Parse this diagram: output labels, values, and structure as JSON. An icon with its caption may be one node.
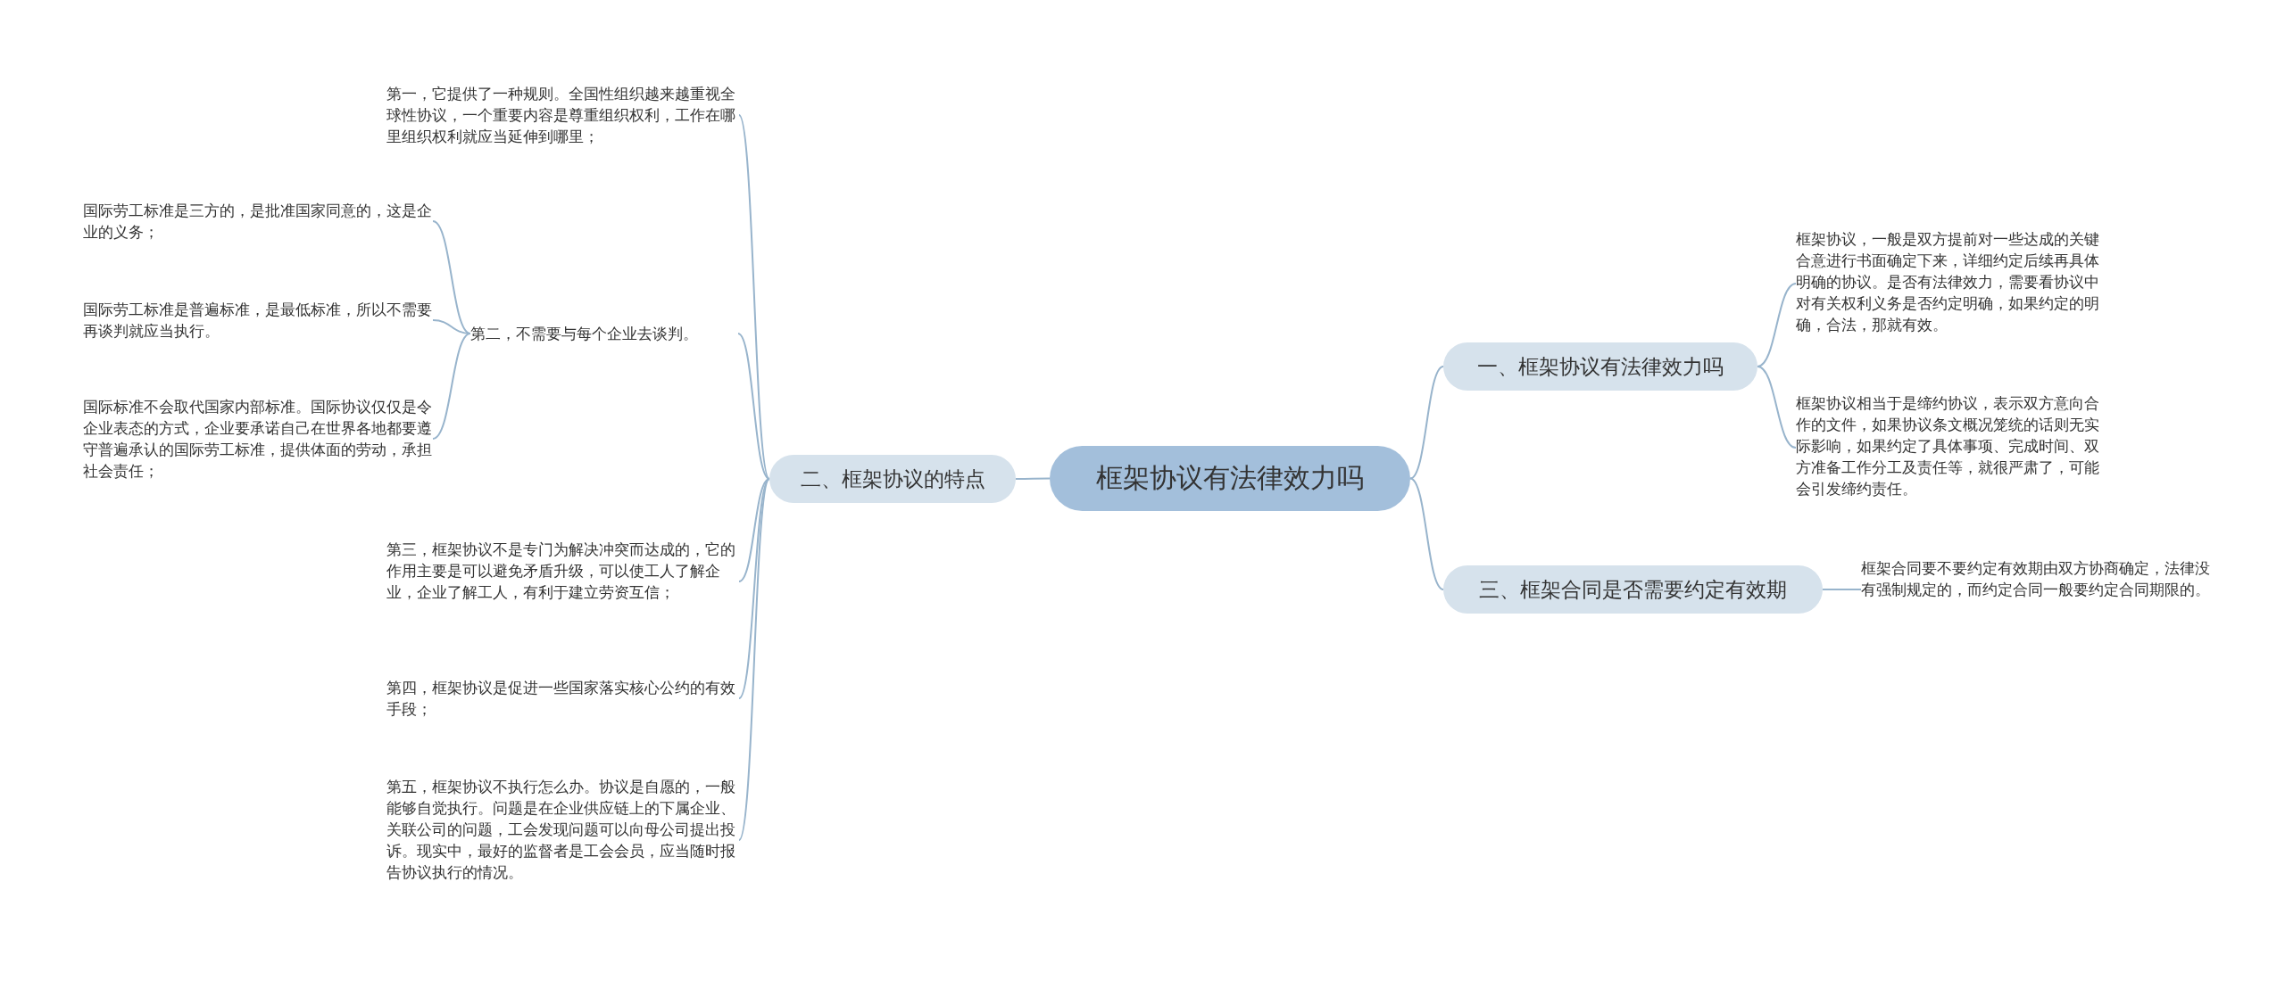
{
  "diagram": {
    "nodes": [
      {
        "text": [
          "框架协议有法律效力吗"
        ]
      },
      {
        "text": [
          "一、框架协议有法律效力吗"
        ]
      },
      {
        "text": [
          "框架协议，一般是双方提前对一些达成的关键合意进行书面确定下来，详细约定后续再具体明确的协议。是否有法律效力，需要看协议中对有关权利义务是否约定明确，如果约定的明确，合法，那就有效。"
        ]
      },
      {
        "text": [
          "框架协议相当于是缔约协议，表示双方意向合作的文件，如果协议条文概况笼统的话则无实际影响，如果约定了具体事项、完成时间、双方准备工作分工及责任等，就很严肃了，可能会引发缔约责任。"
        ]
      },
      {
        "text": [
          "三、框架合同是否需要约定有效期"
        ]
      },
      {
        "text": [
          "框架合同要不要约定有效期由双方协商确定，法律没有强制规定的，而约定合同一般要约定合同期限的。"
        ]
      },
      {
        "text": [
          "二、框架协议的特点"
        ]
      },
      {
        "text": [
          "第一，它提供了一种规则。全国性组织越来越重视全球性协议，一个重要内容是尊重组织权利，工作在哪里组织权利就应当延伸到哪里；"
        ]
      },
      {
        "text": [
          "第二，不需要与每个企业去谈判。"
        ]
      },
      {
        "text": [
          "国际劳工标准是三方的，是批准国家同意的，这是企业的义务；"
        ]
      },
      {
        "text": [
          "国际劳工标准是普遍标准，是最低标准，所以不需要再谈判就应当执行。"
        ]
      },
      {
        "text": [
          "国际标准不会取代国家内部标准。国际协议仅仅是令企业表态的方式，企业要承诺自己在世界各地都要遵守普遍承认的国际劳工标准，提供体面的劳动，承担社会责任；"
        ]
      },
      {
        "text": [
          "第三，框架协议不是专门为解决冲突而达成的，它的作用主要是可以避免矛盾升级，可以使工人了解企业，企业了解工人，有利于建立劳资互信；"
        ]
      },
      {
        "text": [
          "第四，框架协议是促进一些国家落实核心公约的有效手段；"
        ]
      },
      {
        "text": [
          "第五，框架协议不执行怎么办。协议是自愿的，一般能够自觉执行。问题是在企业供应链上的下属企业、关联公司的问题，工会发现问题可以向母公司提出投诉。现实中，最好的监督者是工会会员，应当随时报告协议执行的情况。"
        ]
      }
    ],
    "edges": [
      {
        "from": 0,
        "to": 1,
        "arrow": "none"
      },
      {
        "from": 1,
        "to": 2,
        "arrow": "none"
      },
      {
        "from": 1,
        "to": 3,
        "arrow": "none"
      },
      {
        "from": 0,
        "to": 4,
        "arrow": "none"
      },
      {
        "from": 4,
        "to": 5,
        "arrow": "none"
      },
      {
        "from": 0,
        "to": 6,
        "arrow": "none"
      },
      {
        "from": 6,
        "to": 7,
        "arrow": "none"
      },
      {
        "from": 6,
        "to": 8,
        "arrow": "none"
      },
      {
        "from": 8,
        "to": 9,
        "arrow": "none"
      },
      {
        "from": 8,
        "to": 10,
        "arrow": "none"
      },
      {
        "from": 8,
        "to": 11,
        "arrow": "none"
      },
      {
        "from": 6,
        "to": 12,
        "arrow": "none"
      },
      {
        "from": 6,
        "to": 13,
        "arrow": "none"
      },
      {
        "from": 6,
        "to": 14,
        "arrow": "none"
      }
    ]
  }
}
